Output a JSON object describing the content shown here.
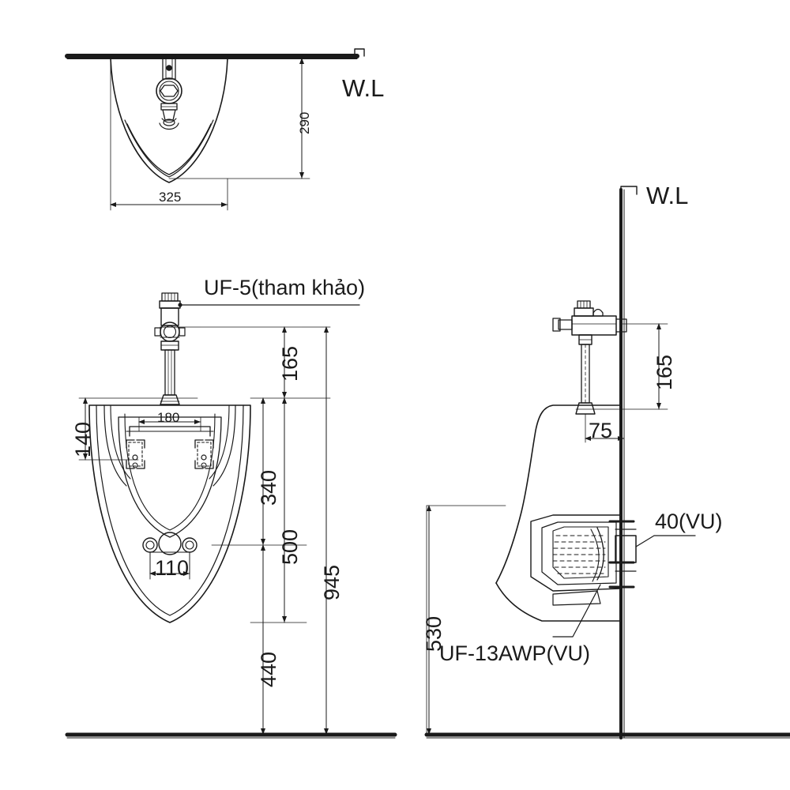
{
  "drawing": {
    "type": "plumbing-installation-drawing",
    "views": [
      "top-plan-view",
      "front-elevation",
      "side-elevation"
    ],
    "line_color": "#1a1a1a",
    "background": "#ffffff"
  },
  "labels": {
    "wl_top": "W.L",
    "wl_right": "W.L",
    "flush_valve": "UF-5(tham khảo)",
    "trap_part": "UF-13AWP(VU)",
    "outlet_pipe": "40(VU)"
  },
  "dimensions": {
    "top_view": {
      "width_325": "325",
      "depth_290": "290"
    },
    "front_view": {
      "valve_to_rim_165": "165",
      "mount_width_140": "140",
      "bowl_inner_180": "180",
      "rim_to_holes_340": "340",
      "rim_to_outlet_500": "500",
      "floor_to_valve_945": "945",
      "outlet_spacing_110": "110",
      "floor_to_rim_440": "440"
    },
    "side_view": {
      "valve_to_rim_165": "165",
      "wall_offset_75": "75",
      "floor_to_rim_530": "530"
    }
  }
}
